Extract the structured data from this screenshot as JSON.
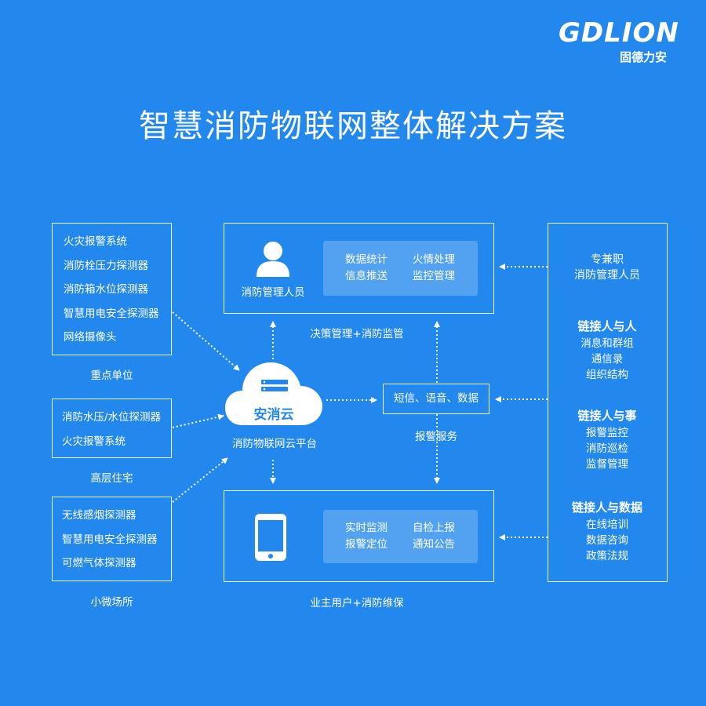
{
  "logo": {
    "en": "GDLION",
    "cn": "固德力安"
  },
  "title": "智慧消防物联网整体解决方案",
  "left_groups": [
    {
      "items": [
        "火灾报警系统",
        "消防栓压力探测器",
        "消防箱水位探测器",
        "智慧用电安全探测器",
        "网络摄像头"
      ],
      "caption": "重点单位"
    },
    {
      "items": [
        "消防水压/水位探测器",
        "火灾报警系统"
      ],
      "caption": "高层住宅"
    },
    {
      "items": [
        "无线感烟探测器",
        "智慧用电安全探测器",
        "可燃气体探测器"
      ],
      "caption": "小微场所"
    }
  ],
  "top_panel": {
    "person_label": "消防管理人员",
    "grid": [
      [
        "数据统计",
        "火情处理"
      ],
      [
        "信息推送",
        "监控管理"
      ]
    ],
    "caption": "决策管理+消防监管"
  },
  "cloud": {
    "label": "安消云",
    "caption": "消防物联网云平台"
  },
  "alarm": {
    "label": "短信、语音、数据",
    "caption": "报警服务"
  },
  "bottom_panel": {
    "grid": [
      [
        "实时监测",
        "自检上报"
      ],
      [
        "报警定位",
        "通知公告"
      ]
    ],
    "caption": "业主用户+消防维保"
  },
  "right_panel": {
    "top": [
      "专兼职",
      "消防管理人员"
    ],
    "sections": [
      {
        "head": "链接人与人",
        "items": [
          "消息和群组",
          "通信录",
          "组织结构"
        ]
      },
      {
        "head": "链接人与事",
        "items": [
          "报警监控",
          "消防巡检",
          "监督管理"
        ]
      },
      {
        "head": "链接人与数据",
        "items": [
          "在线培训",
          "数据咨询",
          "政策法规"
        ]
      }
    ]
  }
}
